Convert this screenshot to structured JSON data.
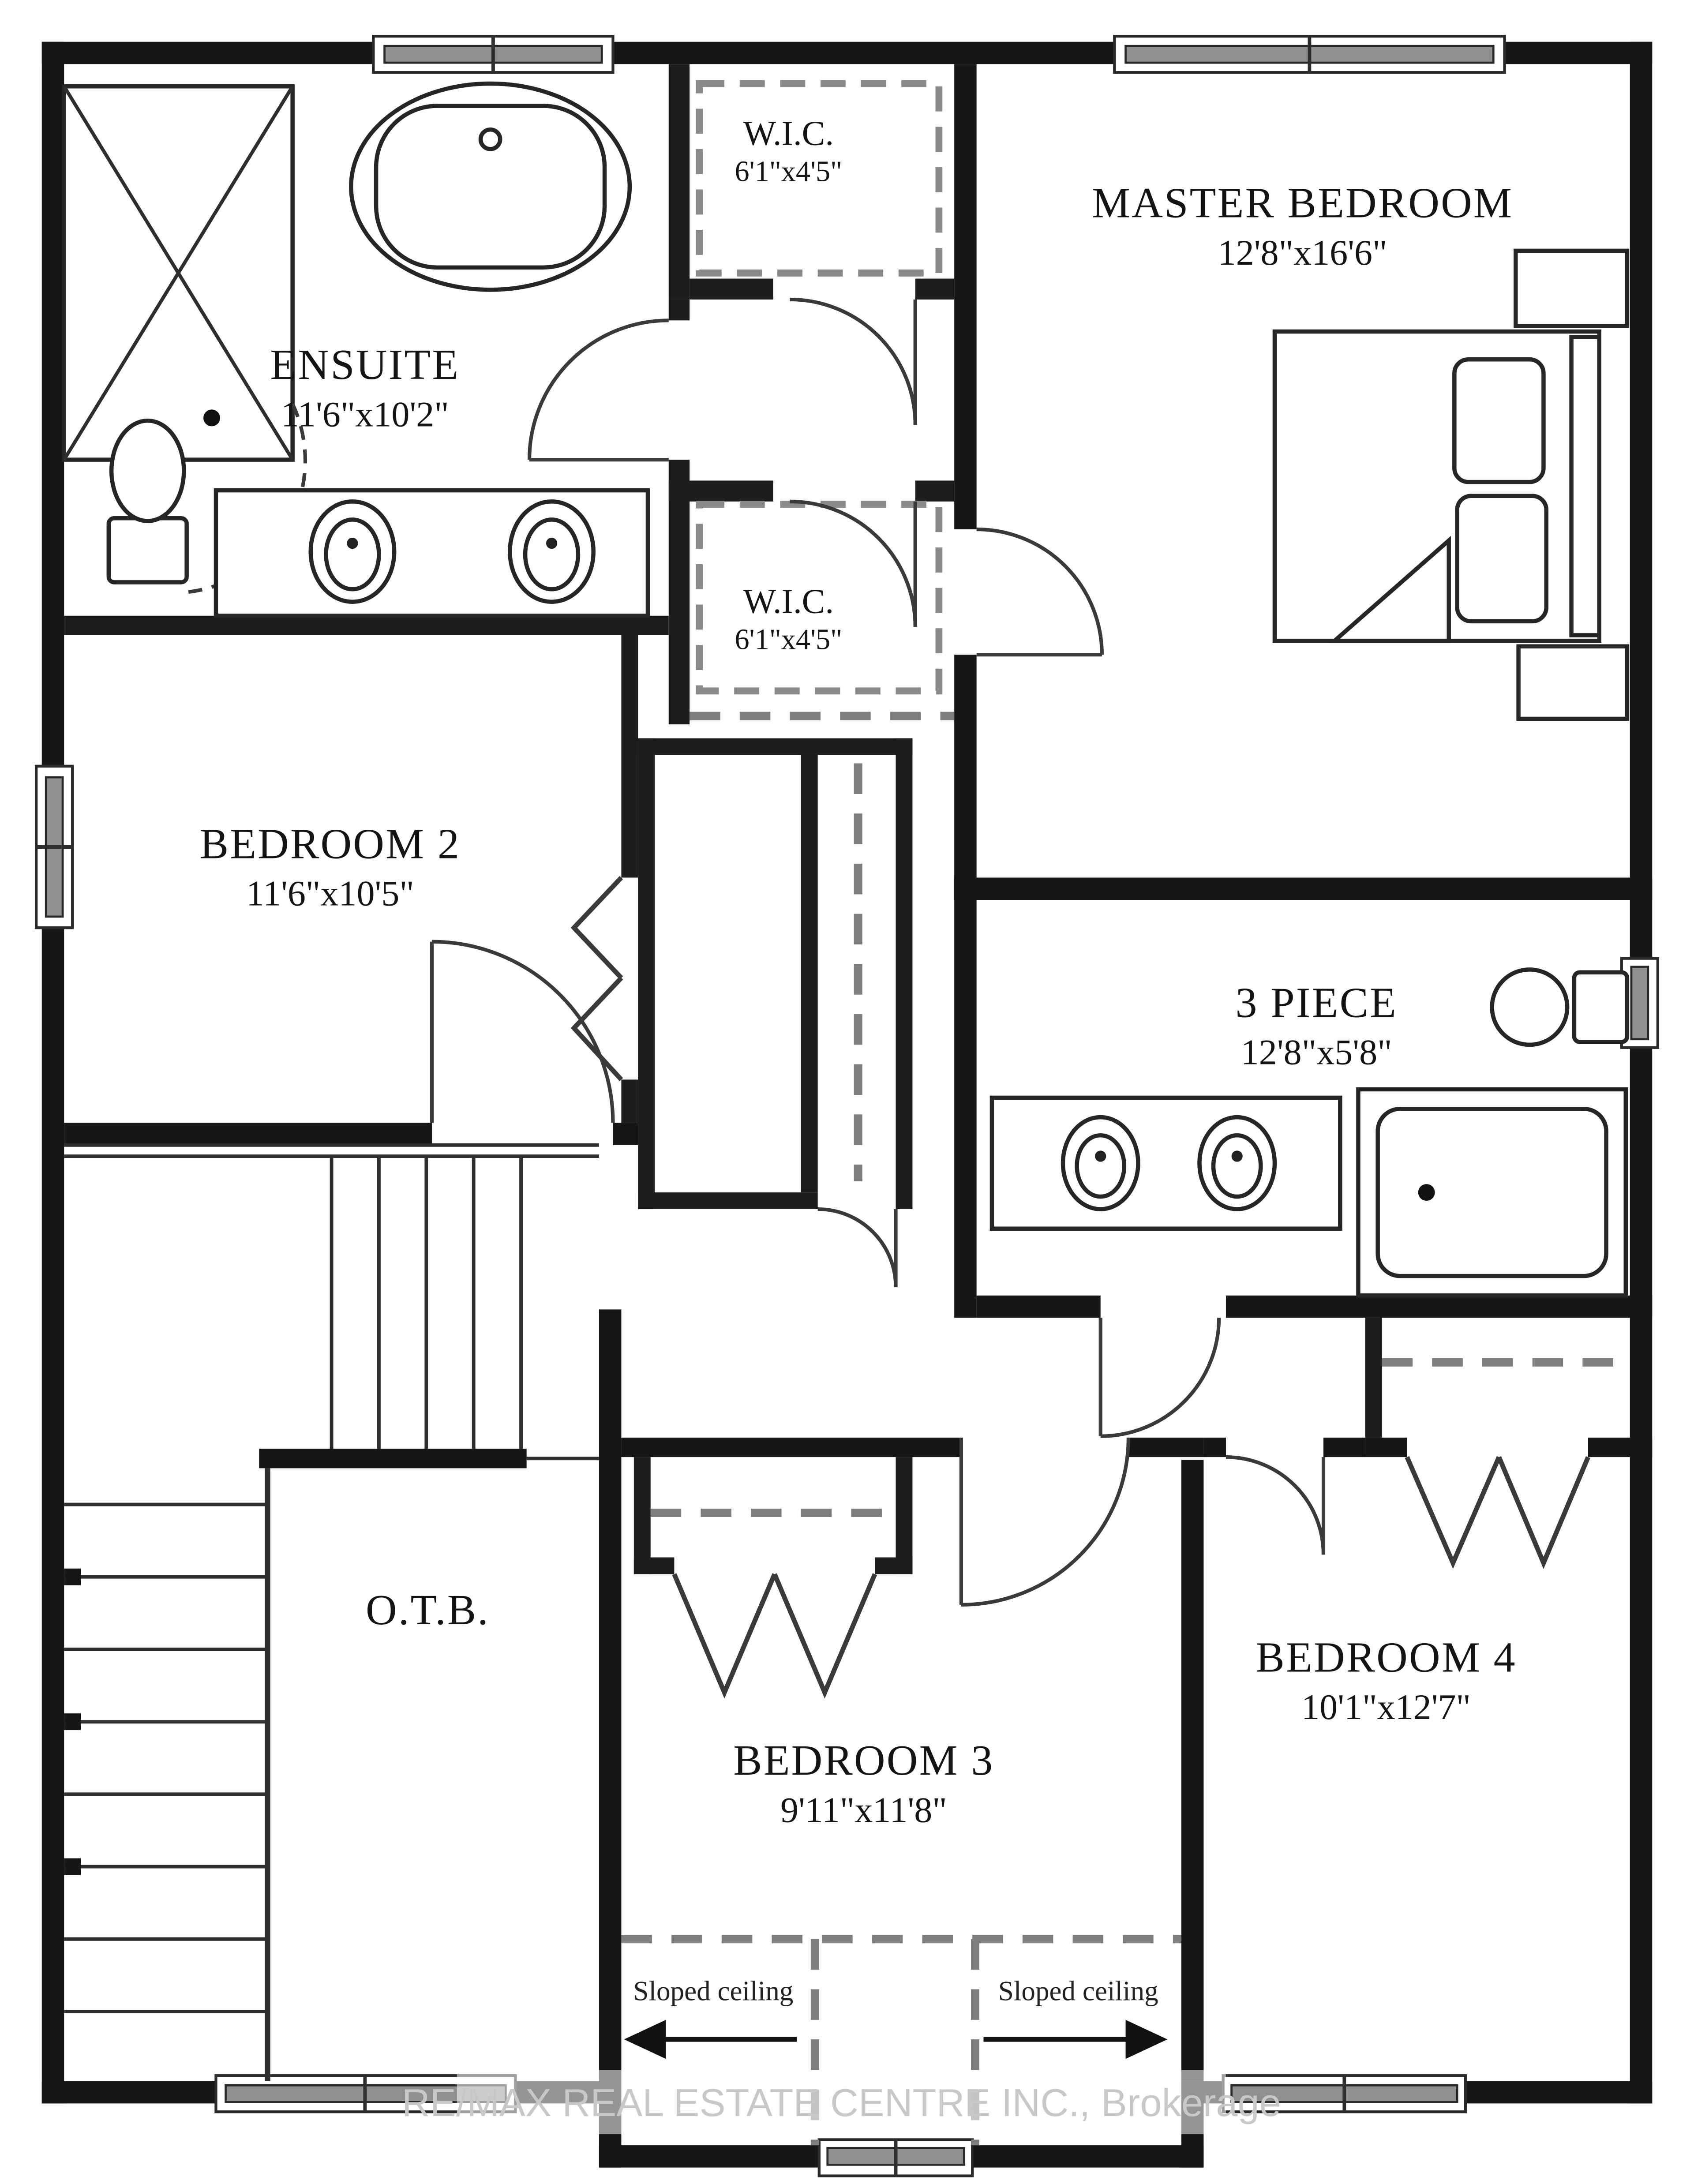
{
  "watermark": {
    "label": "RE/MAX REAL ESTATE CENTRE INC., Brokerage"
  },
  "rooms": {
    "ensuite": {
      "name": "ENSUITE",
      "dims": "11'6\"x10'2\""
    },
    "wic_top": {
      "name": "W.I.C.",
      "dims": "6'1\"x4'5\""
    },
    "wic_mid": {
      "name": "W.I.C.",
      "dims": "6'1\"x4'5\""
    },
    "master_bedroom": {
      "name": "MASTER BEDROOM",
      "dims": "12'8\"x16'6\""
    },
    "bedroom2": {
      "name": "BEDROOM 2",
      "dims": "11'6\"x10'5\""
    },
    "bath_3pc": {
      "name": "3 PIECE",
      "dims": "12'8\"x5'8\""
    },
    "otb": {
      "name": "O.T.B."
    },
    "bedroom3": {
      "name": "BEDROOM 3",
      "dims": "9'11\"x11'8\""
    },
    "bedroom4": {
      "name": "BEDROOM 4",
      "dims": "10'1\"x12'7\""
    }
  },
  "annotations": {
    "sloped_ceiling_left": "Sloped ceiling",
    "sloped_ceiling_right": "Sloped ceiling"
  },
  "colors": {
    "wall": "#161616",
    "line": "#2e2e2e",
    "dashed_line": "#8a8a8a",
    "window_fill": "#909090",
    "watermark_text": "#c8c8c8",
    "background": "#ffffff"
  }
}
